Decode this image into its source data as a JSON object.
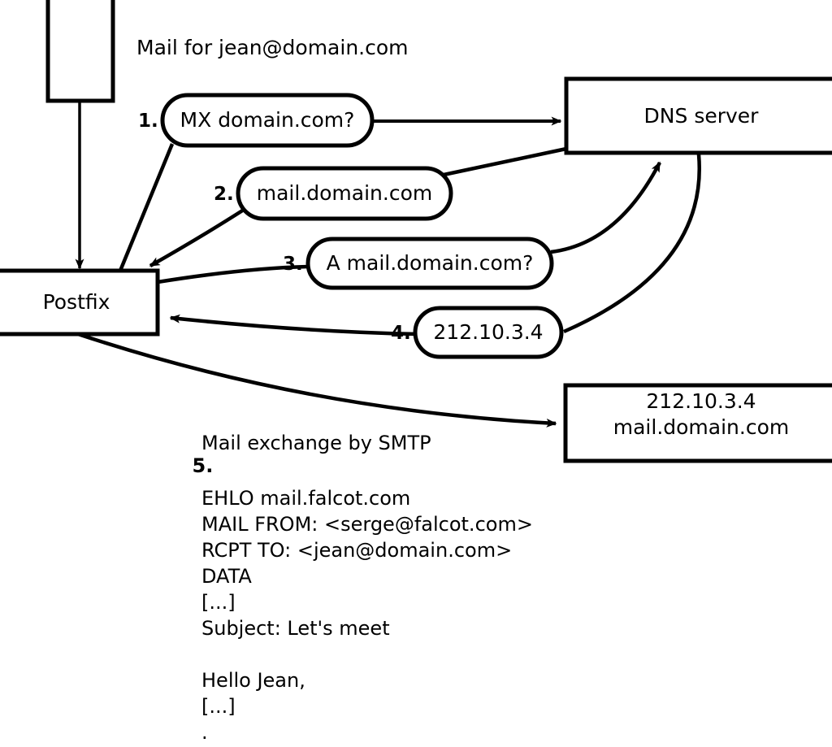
{
  "diagram": {
    "title_text": "Mail for jean@domain.com",
    "nodes": {
      "sender_box": {
        "label": ""
      },
      "postfix_box": {
        "label": "Postfix"
      },
      "dns_server_box": {
        "label": "DNS server"
      },
      "mail_server_box": {
        "line1": "212.10.3.4",
        "line2": "mail.domain.com"
      }
    },
    "steps": [
      {
        "number": "1.",
        "label": "MX domain.com?"
      },
      {
        "number": "2.",
        "label": "mail.domain.com"
      },
      {
        "number": "3.",
        "label": "A mail.domain.com?"
      },
      {
        "number": "4.",
        "label": "212.10.3.4"
      }
    ],
    "smtp_step": {
      "number": "5.",
      "label": "Mail exchange by SMTP"
    },
    "smtp_transcript": [
      "EHLO mail.falcot.com",
      "MAIL FROM: <serge@falcot.com>",
      "RCPT TO: <jean@domain.com>",
      "DATA",
      "[...]",
      "Subject: Let's meet",
      "",
      "Hello Jean,",
      "[...]",
      "."
    ],
    "colors": {
      "stroke": "#000000",
      "fill": "#ffffff",
      "text": "#000000"
    }
  }
}
